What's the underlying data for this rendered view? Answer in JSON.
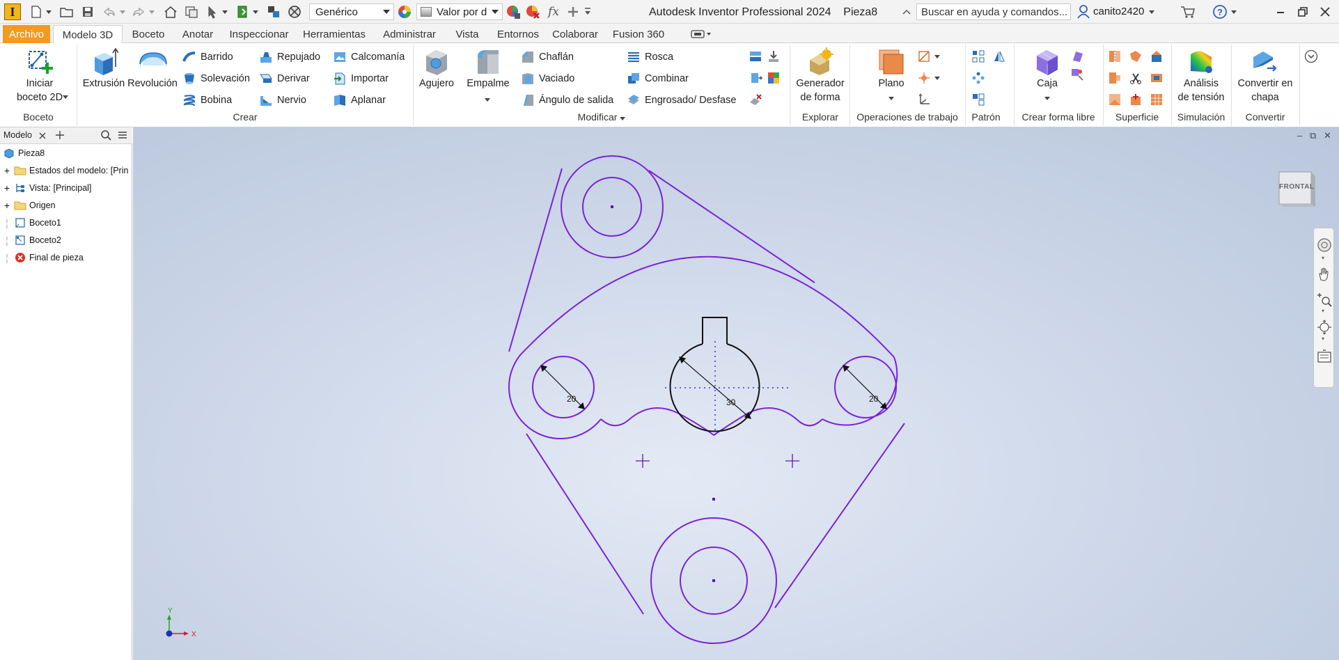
{
  "window": {
    "title": "Autodesk Inventor Professional 2024",
    "document": "Pieza8",
    "search_placeholder": "Buscar en ayuda y comandos...",
    "user": "canito2420"
  },
  "quick_access": {
    "material": "Genérico",
    "appearance": "Valor por d"
  },
  "tabs": [
    {
      "label": "Archivo"
    },
    {
      "label": "Modelo 3D"
    },
    {
      "label": "Boceto"
    },
    {
      "label": "Anotar"
    },
    {
      "label": "Inspeccionar"
    },
    {
      "label": "Herramientas"
    },
    {
      "label": "Administrar"
    },
    {
      "label": "Vista"
    },
    {
      "label": "Entornos"
    },
    {
      "label": "Colaborar"
    },
    {
      "label": "Fusion 360"
    }
  ],
  "ribbon": {
    "boceto": {
      "title": "Boceto",
      "start_line1": "Iniciar",
      "start_line2": "boceto 2D"
    },
    "crear": {
      "title": "Crear",
      "extrusion": "Extrusión",
      "revolucion": "Revolución",
      "barrido": "Barrido",
      "solevacion": "Solevación",
      "bobina": "Bobina",
      "repujado": "Repujado",
      "derivar": "Derivar",
      "nervio": "Nervio",
      "calcomania": "Calcomanía",
      "importar": "Importar",
      "aplanar": "Aplanar"
    },
    "modificar": {
      "title": "Modificar",
      "agujero": "Agujero",
      "empalme": "Empalme",
      "chaflan": "Chaflán",
      "vaciado": "Vaciado",
      "angulo": "Ángulo de salida",
      "rosca": "Rosca",
      "combinar": "Combinar",
      "engrosado": "Engrosado/ Desfase"
    },
    "explorar": {
      "title": "Explorar",
      "gen_line1": "Generador",
      "gen_line2": "de forma"
    },
    "trabajo": {
      "title": "Operaciones de trabajo",
      "plano": "Plano"
    },
    "patron": {
      "title": "Patrón"
    },
    "forma_libre": {
      "title": "Crear forma libre",
      "caja": "Caja"
    },
    "superficie": {
      "title": "Superficie"
    },
    "simulacion": {
      "title": "Simulación",
      "line1": "Análisis",
      "line2": "de tensión"
    },
    "convertir": {
      "title": "Convertir",
      "line1": "Convertir en",
      "line2": "chapa"
    }
  },
  "browser": {
    "tab": "Modelo",
    "items": [
      {
        "label": "Pieza8"
      },
      {
        "label": "Estados del modelo: [Prin"
      },
      {
        "label": "Vista: [Principal]"
      },
      {
        "label": "Origen"
      },
      {
        "label": "Boceto1"
      },
      {
        "label": "Boceto2"
      },
      {
        "label": "Final de pieza"
      }
    ]
  },
  "viewport": {
    "viewcube_label": "FRONTAL",
    "dim_left": "20",
    "dim_center": "30",
    "dim_right": "20",
    "axis_x": "X",
    "axis_y": "Y",
    "sketch_color": "#7a22d8"
  }
}
